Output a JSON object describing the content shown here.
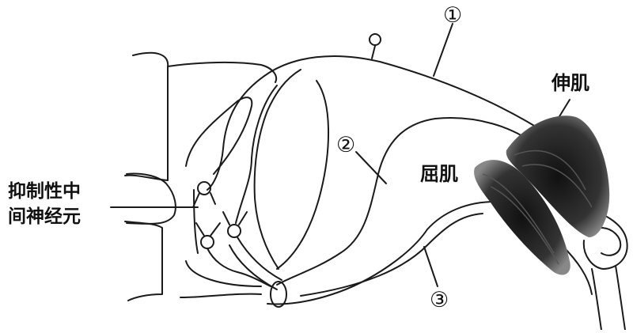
{
  "labels": {
    "marker_1": "①",
    "marker_2": "②",
    "marker_3": "③",
    "extensor": "伸肌",
    "flexor": "屈肌",
    "interneuron_line1": "抑制性中",
    "interneuron_line2": "间神经元"
  },
  "colors": {
    "stroke": "#1a1a1a",
    "muscle_dark": "#111111",
    "background": "#ffffff"
  }
}
